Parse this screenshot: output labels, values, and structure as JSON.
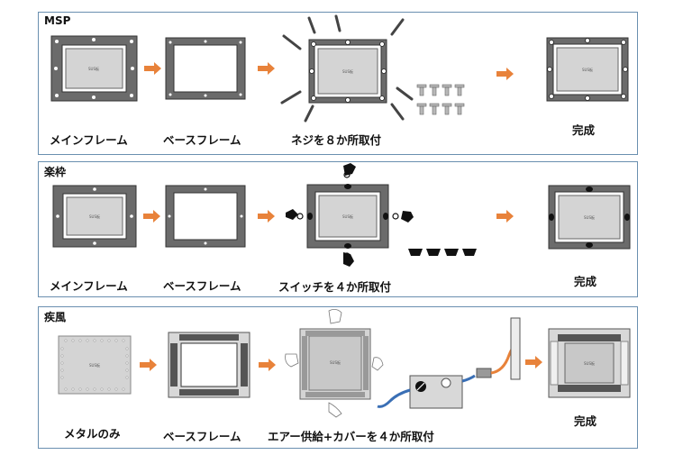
{
  "sections": [
    {
      "title": "MSP",
      "steps": [
        "メインフレーム",
        "ベースフレーム",
        "ネジを８か所取付",
        "完成"
      ]
    },
    {
      "title": "楽枠",
      "steps": [
        "メインフレーム",
        "ベースフレーム",
        "スイッチを４か所取付",
        "完成"
      ]
    },
    {
      "title": "疾風",
      "steps": [
        "メタルのみ",
        "ベースフレーム",
        "エアー供給+カバーを４か所取付",
        "完成"
      ]
    }
  ],
  "colors": {
    "panel_border": "#6a8fb0",
    "frame_dark": "#6b6b6b",
    "frame_inner": "#d4d4d4",
    "arrow": "#e8823a",
    "hose": "#3a6fb5"
  }
}
